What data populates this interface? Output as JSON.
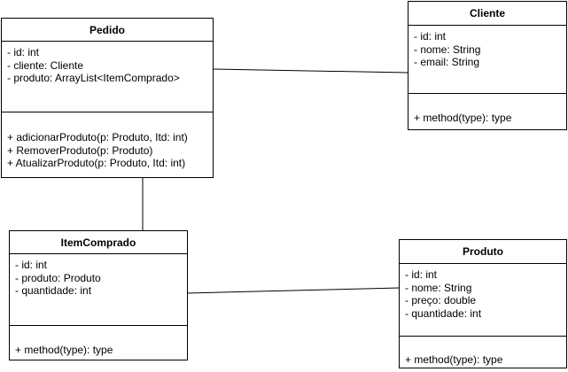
{
  "classes": {
    "pedido": {
      "name": "Pedido",
      "attributes": [
        "- id: int",
        "- cliente: Cliente",
        "- produto: ArrayList<ItemComprado>"
      ],
      "methods": [
        "+ adicionarProduto(p: Produto, Itd: int)",
        "+ RemoverProduto(p: Produto)",
        "+ AtualizarProduto(p: Produto, Itd: int)"
      ]
    },
    "cliente": {
      "name": "Cliente",
      "attributes": [
        "- id: int",
        "- nome: String",
        "- email: String"
      ],
      "methods": [
        "+ method(type): type"
      ]
    },
    "item_comprado": {
      "name": "ItemComprado",
      "attributes": [
        "- id: int",
        "- produto: Produto",
        "- quantidade: int"
      ],
      "methods": [
        "+ method(type): type"
      ]
    },
    "produto": {
      "name": "Produto",
      "attributes": [
        "- id: int",
        "- nome: String",
        "- preço: double",
        "- quantidade: int"
      ],
      "methods": [
        "+ method(type): type"
      ]
    }
  },
  "colors": {
    "border": "#000000",
    "background": "#ffffff",
    "text": "#000000"
  }
}
